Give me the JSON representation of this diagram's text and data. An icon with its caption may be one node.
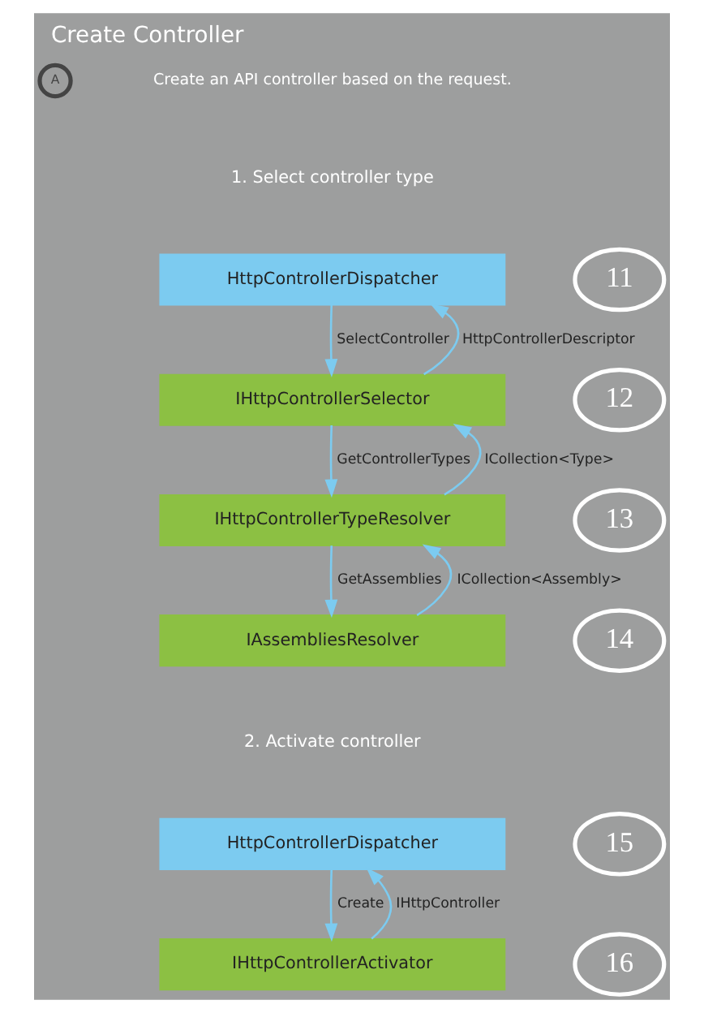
{
  "diagram": {
    "title": "Create Controller",
    "nodes": [
      {
        "text": [
          "A"
        ]
      },
      {
        "text": [
          "HttpControllerDispatcher"
        ]
      },
      {
        "text": [
          "11"
        ]
      },
      {
        "text": [
          "IHttpControllerSelector"
        ]
      },
      {
        "text": [
          "12"
        ]
      },
      {
        "text": [
          "IHttpControllerTypeResolver"
        ]
      },
      {
        "text": [
          "13"
        ]
      },
      {
        "text": [
          "IAssembliesResolver"
        ]
      },
      {
        "text": [
          "14"
        ]
      },
      {
        "text": [
          "HttpControllerDispatcher"
        ]
      },
      {
        "text": [
          "15"
        ]
      },
      {
        "text": [
          "IHttpControllerActivator"
        ]
      },
      {
        "text": [
          "16"
        ]
      }
    ],
    "edges": [
      {
        "from": 1,
        "to": 3,
        "arrow": "to",
        "label": "SelectController"
      },
      {
        "from": 3,
        "to": 1,
        "arrow": "to",
        "label": "HttpControllerDescriptor"
      },
      {
        "from": 3,
        "to": 5,
        "arrow": "to",
        "label": "GetControllerTypes"
      },
      {
        "from": 5,
        "to": 3,
        "arrow": "to",
        "label": "ICollection<Type>"
      },
      {
        "from": 5,
        "to": 7,
        "arrow": "to",
        "label": "GetAssemblies"
      },
      {
        "from": 7,
        "to": 5,
        "arrow": "to",
        "label": "ICollection<Assembly>"
      },
      {
        "from": 9,
        "to": 11,
        "arrow": "to",
        "label": "Create"
      },
      {
        "from": 11,
        "to": 9,
        "arrow": "to",
        "label": "IHttpController"
      }
    ],
    "labels": [
      "Create an API controller based on the request.",
      "1. Select controller type",
      "2. Activate controller"
    ]
  }
}
